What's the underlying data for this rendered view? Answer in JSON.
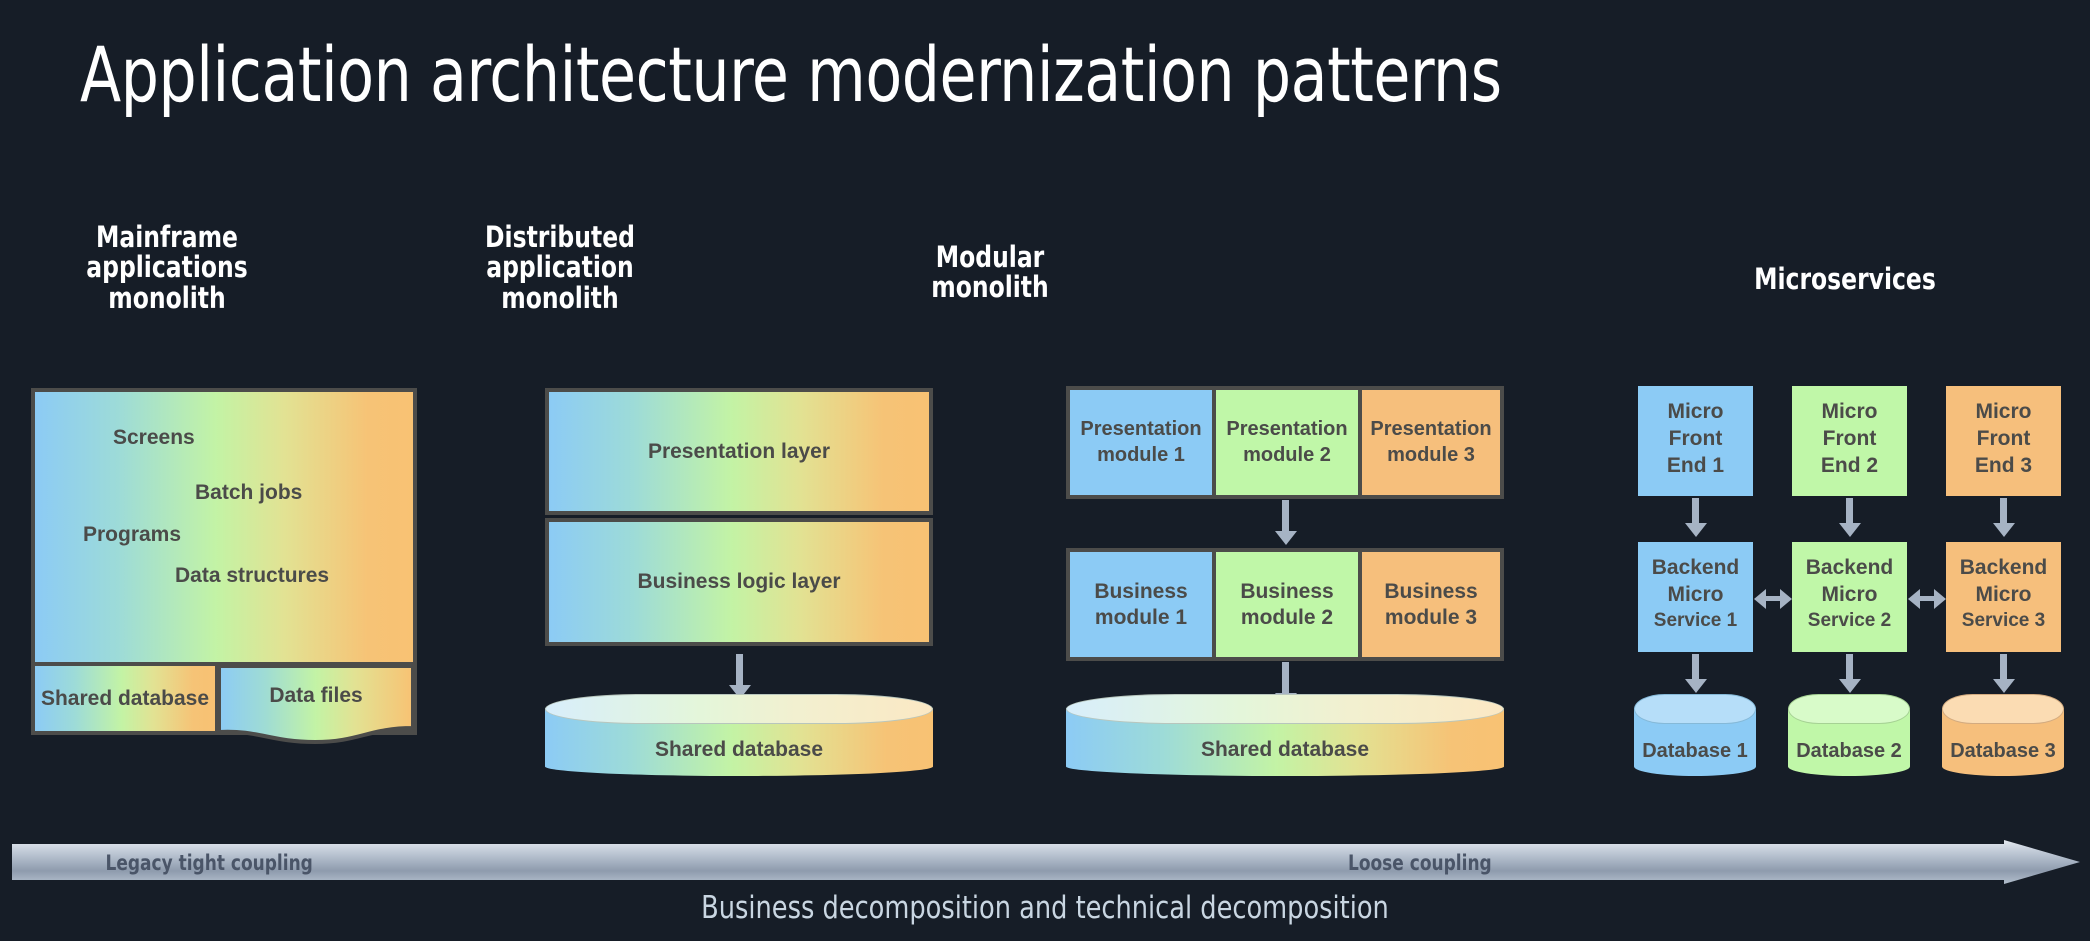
{
  "title": "Application architecture modernization patterns",
  "columns": [
    {
      "id": "mainframe",
      "header": "Mainframe\napplications\nmonolith",
      "header_lines": [
        "Mainframe",
        "applications",
        "monolith"
      ],
      "items": [
        "Screens",
        "Batch jobs",
        "Programs",
        "Data structures"
      ],
      "storage": [
        "Shared database",
        "Data files"
      ]
    },
    {
      "id": "distributed",
      "header_lines": [
        "Distributed",
        "application",
        "monolith"
      ],
      "layers": [
        "Presentation layer",
        "Business logic layer"
      ],
      "database": "Shared database"
    },
    {
      "id": "modular",
      "header_lines": [
        "Modular",
        "monolith"
      ],
      "presentation_modules": [
        "Presentation module 1",
        "Presentation module 2",
        "Presentation module 3"
      ],
      "presentation_modules_l1": [
        "Presentation",
        "Presentation",
        "Presentation"
      ],
      "presentation_modules_l2": [
        "module 1",
        "module 2",
        "module 3"
      ],
      "business_modules_l1": [
        "Business",
        "Business",
        "Business"
      ],
      "business_modules_l2": [
        "module 1",
        "module 2",
        "module 3"
      ],
      "database": "Shared database"
    },
    {
      "id": "microservices",
      "header_lines": [
        "Microservices"
      ],
      "frontends": [
        "Micro\nFront\nEnd 1",
        "Micro\nFront\nEnd 2",
        "Micro\nFront\nEnd 3"
      ],
      "frontend_lines": [
        [
          "Micro",
          "Front",
          "End 1"
        ],
        [
          "Micro",
          "Front",
          "End 2"
        ],
        [
          "Micro",
          "Front",
          "End 3"
        ]
      ],
      "backends": [
        [
          "Backend",
          "Micro",
          "Service 1"
        ],
        [
          "Backend",
          "Micro",
          "Service 2"
        ],
        [
          "Backend",
          "Micro",
          "Service 3"
        ]
      ],
      "databases": [
        "Database 1",
        "Database 2",
        "Database 3"
      ]
    }
  ],
  "spectrum": {
    "left_label": "Legacy tight coupling",
    "right_label": "Loose coupling"
  },
  "caption": "Business decomposition and technical decomposition",
  "colors": {
    "background": "#161d27",
    "blue": "#8ccbf5",
    "green": "#c0f7a8",
    "orange": "#f6bf7c",
    "border": "#4c4c4a",
    "arrow": "#a6b3c4",
    "label_text": "#4b4b49",
    "heading_text": "#ffffff",
    "caption_text": "#c9d6e2"
  }
}
